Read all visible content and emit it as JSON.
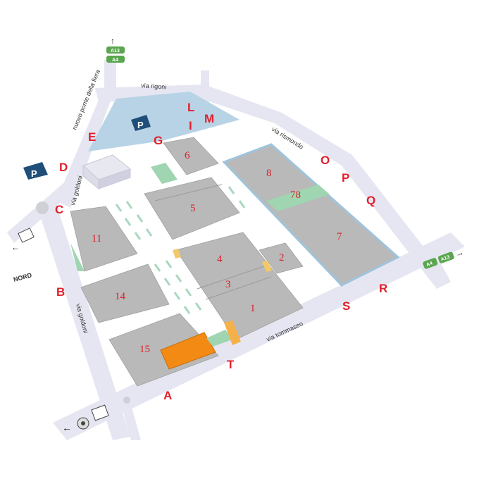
{
  "map": {
    "colors": {
      "road": "#e6e6f2",
      "building": "#b9b9b9",
      "parking": "#b9d3e6",
      "green": "#9fd5b0",
      "orange": "#f28a14",
      "label": "#e0202c",
      "parking_sign": "#1f4e79",
      "highway": "#5aa64e"
    },
    "halls": [
      "6",
      "5",
      "8",
      "78",
      "7",
      "11",
      "4",
      "3",
      "1",
      "2",
      "14",
      "15"
    ],
    "entrances": [
      "A",
      "B",
      "C",
      "D",
      "E",
      "G",
      "I",
      "L",
      "M",
      "O",
      "P",
      "Q",
      "R",
      "S",
      "T"
    ],
    "roads": {
      "top": "via rigoni",
      "bridge": "nuovo ponte della fiera",
      "right": "via rismondo",
      "bottom": "via tommaseo",
      "left": "via goldoni",
      "left_small": "via goldoni"
    },
    "highways_top": [
      "A13",
      "A4"
    ],
    "highways_right": [
      "A4",
      "A13"
    ],
    "parking_label": "P",
    "north_label": "NORD",
    "icons": [
      "parking-icon",
      "train-station-icon",
      "arrow-icon",
      "bus-icon"
    ]
  }
}
